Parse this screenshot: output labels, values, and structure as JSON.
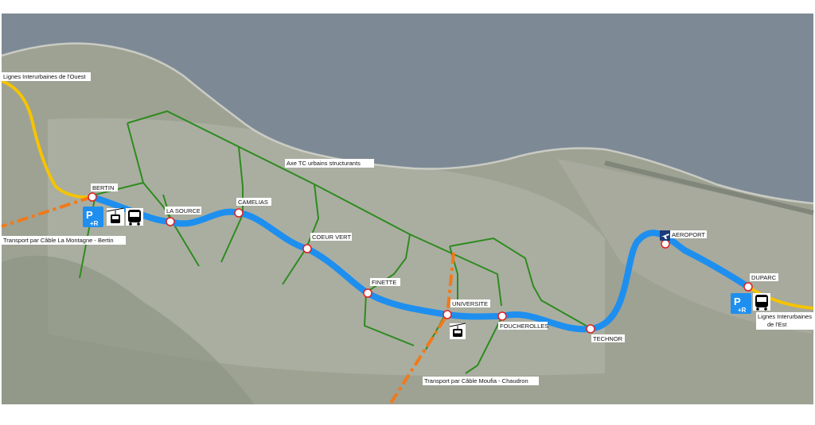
{
  "stations": [
    {
      "id": "bertin",
      "label": "BERTIN"
    },
    {
      "id": "la-source",
      "label": "LA SOURCE"
    },
    {
      "id": "camelias",
      "label": "CAMELIAS"
    },
    {
      "id": "coeur-vert",
      "label": "COEUR VERT"
    },
    {
      "id": "finette",
      "label": "FINETTE"
    },
    {
      "id": "universite",
      "label": "UNIVERSITE"
    },
    {
      "id": "foucherolles",
      "label": "FOUCHEROLLES"
    },
    {
      "id": "technor",
      "label": "TECHNOR"
    },
    {
      "id": "aeroport",
      "label": "AEROPORT"
    },
    {
      "id": "duparc",
      "label": "DUPARC"
    }
  ],
  "labels": {
    "west_lines": "Lignes Interurbaines de l'Ouest",
    "axe_tc": "Axe TC urbains structurants",
    "cable_west": "Transport par Câble La Montagne - Bertin",
    "cable_east": "Transport par Câble Moufia - Chaudron",
    "east_lines_1": "Lignes Interurbaines",
    "east_lines_2": "de l'Est",
    "park_ride": "P+R"
  },
  "colors": {
    "main_line": "#1e8fef",
    "feeder_network": "#2e8b1e",
    "interurban": "#f5c400",
    "cable": "#f07a1a",
    "sea": "#7d8a95",
    "land": "#9ea293"
  }
}
